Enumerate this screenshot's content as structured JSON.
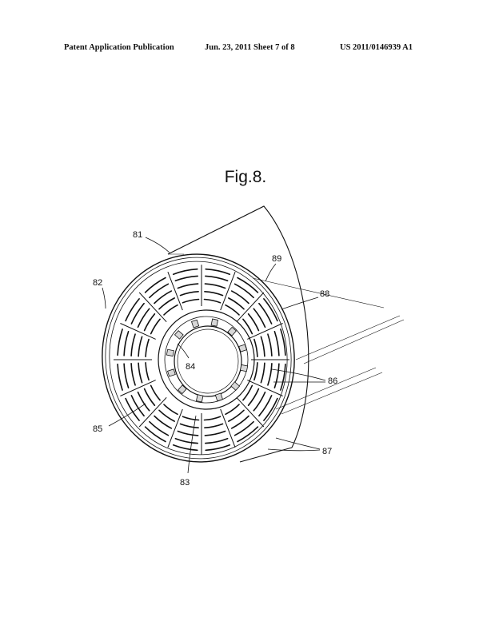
{
  "header": {
    "publication": "Patent Application Publication",
    "date_sheet": "Jun. 23, 2011   Sheet 7 of 8",
    "patent_number": "US 2011/0146939 A1"
  },
  "figure": {
    "title": "Fig.8.",
    "reference_numerals": [
      "81",
      "82",
      "83",
      "84",
      "85",
      "86",
      "87",
      "88",
      "89"
    ]
  }
}
